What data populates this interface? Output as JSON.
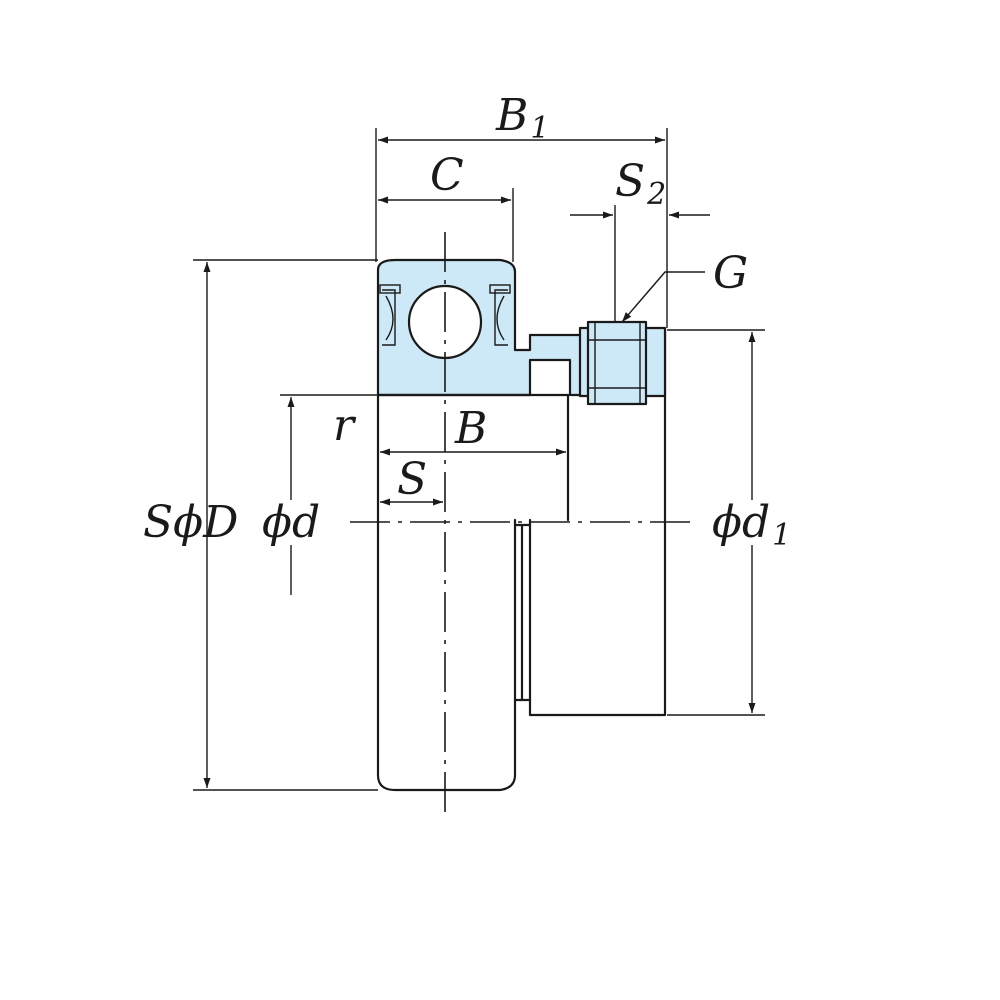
{
  "labels": {
    "B1": {
      "main": "B",
      "sub": "1"
    },
    "C": "C",
    "S2": {
      "main": "S",
      "sub": "2"
    },
    "G": "G",
    "r": "r",
    "B": "B",
    "S": "S",
    "SD": "SϕD",
    "d": "ϕd",
    "d1": {
      "main": "ϕd",
      "sub": "1"
    }
  },
  "colors": {
    "bearing_fill": "#cde8f6",
    "line": "#1a1a1a",
    "background": "#ffffff"
  }
}
